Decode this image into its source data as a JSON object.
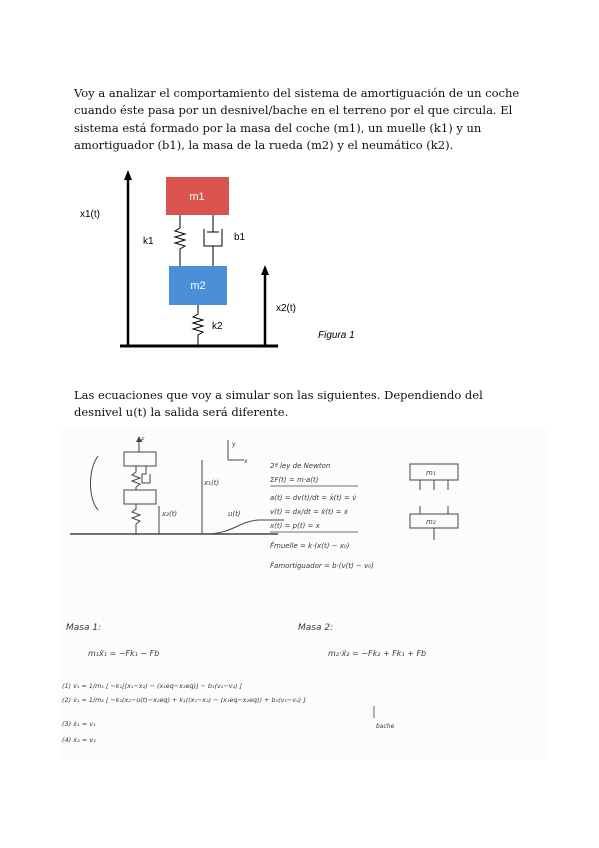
{
  "intro_paragraph": "Voy a analizar el comportamiento del sistema de amortiguación de un coche cuando éste pasa por un desnivel/bache en el terreno por el que circula. El sistema está formado por la masa del coche (m1), un muelle (k1) y un amortiguador (b1), la masa de la rueda (m2) y el neumático (k2).",
  "figure1": {
    "mass1_label": "m1",
    "mass2_label": "m2",
    "spring1_label": "k1",
    "damper1_label": "b1",
    "spring2_label": "k2",
    "x1_label": "x1(t)",
    "x2_label": "x2(t)",
    "caption": "Figura 1",
    "colors": {
      "mass1": "#d9534f",
      "mass2": "#4a8fd8"
    }
  },
  "equations_paragraph": "Las ecuaciones que voy a simular son las siguientes. Dependiendo del desnivel u(t) la salida será diferente.",
  "handwritten_notes": {
    "newton_title": "2ª ley de Newton",
    "newton_sum": "ΣF(t) = m·a(t)",
    "accel_def": "a(t) = dv(t)/dt = ẍ(t) = v̇",
    "vel_def": "v(t) = dx/dt = ẋ(t) = ẋ",
    "pos_def": "x(t) = p(t) = x",
    "f_muelle": "F̂muelle = k·(x(t) − x₀)",
    "f_amort": "F̂amortiguador = b·(v(t) − v₀)",
    "fbd_m1": "m₁",
    "fbd_m2": "m₂",
    "masa1_title": "Masa 1:",
    "masa1_eq": "m₁ẍ₁ = −Fk₁ − Fb",
    "masa2_title": "Masa 2:",
    "masa2_eq": "m₂·ẍ₂ = −Fk₂ + Fk₁ + Fb",
    "eq1": "(1)  v̇₁ = 1/m₁ [ −k₁[(x₁−x₂) − (x₁eq−x₂eq)] − b₁(v₁−v₂) ]",
    "eq2": "(2)  v̇₂ = 1/m₂ [ −k₂(x₂−u(t)−x₂eq) + k₁((x₁−x₂) − (x₁eq−x₂eq)) + b₁(v₁−v₂) ]",
    "bache_note": "bache",
    "eq3": "(3) ẋ₁ = v₁",
    "eq4": "(4) ẋ₂ = v₂",
    "sketch_x1": "x₁(t)",
    "sketch_x2": "x₂(t)",
    "sketch_u": "u(t)",
    "sketch_F": "F",
    "axis_y": "y",
    "axis_x": "x"
  }
}
